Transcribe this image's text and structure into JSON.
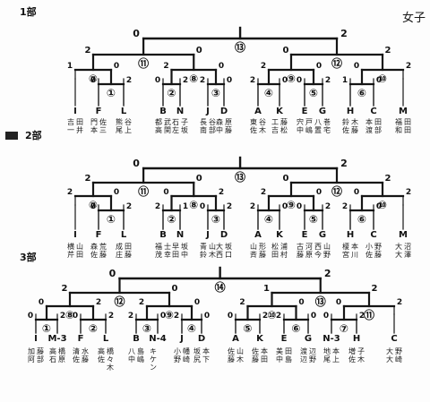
{
  "header": {
    "corner_label": "女子"
  },
  "divisions": [
    {
      "label": "1部",
      "final_match": "⑬",
      "final_scores": [
        "0",
        "2"
      ],
      "semi_matches": [
        "⑪",
        "⑫"
      ],
      "semi_scores": [
        "2",
        "0",
        "0",
        "2"
      ],
      "qf_matches": [
        "⑦",
        "⑧",
        "⑨",
        "⑩"
      ],
      "qf_scores": [
        "1",
        "0",
        "2",
        "0",
        "2",
        "0",
        "0",
        "2"
      ],
      "r1_matches": [
        "①",
        "②",
        "③",
        "④",
        "⑤",
        "⑥"
      ],
      "r1_scores": [
        "0",
        "2",
        "0",
        "2",
        "2",
        "0",
        "2",
        "0",
        "0",
        "2",
        "1",
        "0"
      ],
      "teams": [
        {
          "letter": "I",
          "names": [
            "吉一",
            "田井"
          ]
        },
        {
          "letter": "F",
          "names": [
            "門本",
            "佐三"
          ]
        },
        {
          "letter": "L",
          "names": [
            "熊尾",
            "谷上"
          ]
        },
        {
          "letter": "B",
          "names": [
            "都高",
            "武関"
          ]
        },
        {
          "letter": "N",
          "names": [
            "石左",
            "子坂"
          ]
        },
        {
          "letter": "J",
          "names": [
            "長南",
            "谷部"
          ]
        },
        {
          "letter": "D",
          "names": [
            "森中",
            "原藤"
          ]
        },
        {
          "letter": "A",
          "names": [
            "東佐",
            "谷木"
          ]
        },
        {
          "letter": "K",
          "names": [
            "工吉",
            "藤松"
          ]
        },
        {
          "letter": "E",
          "names": [
            "宍中",
            "戸嶋"
          ]
        },
        {
          "letter": "G",
          "names": [
            "八置",
            "巻宅"
          ]
        },
        {
          "letter": "H",
          "names": [
            "鈴佐",
            "木藤"
          ]
        },
        {
          "letter": "C",
          "names": [
            "本渡",
            "田部"
          ]
        },
        {
          "letter": "M",
          "names": [
            "福和",
            "田田"
          ]
        }
      ]
    },
    {
      "label": "2部",
      "final_match": "⑬",
      "final_scores": [
        "0",
        "2"
      ],
      "semi_matches": [
        "⑪",
        "⑫"
      ],
      "semi_scores": [
        "2",
        "0",
        "0",
        "2"
      ],
      "qf_matches": [
        "⑦",
        "⑧",
        "⑨",
        "⑩"
      ],
      "qf_scores": [
        "2",
        "0",
        "0",
        "2",
        "2",
        "0",
        "0",
        "2"
      ],
      "r1_matches": [
        "①",
        "②",
        "③",
        "④",
        "⑤",
        "⑥"
      ],
      "r1_scores": [
        "0",
        "2",
        "2",
        "1",
        "0",
        "2",
        "2",
        "0",
        "0",
        "2",
        "2",
        "0"
      ],
      "teams": [
        {
          "letter": "I",
          "names": [
            "横芹",
            "山田"
          ]
        },
        {
          "letter": "F",
          "names": [
            "森佐",
            "荒藤"
          ]
        },
        {
          "letter": "L",
          "names": [
            "成庄",
            "田藤"
          ]
        },
        {
          "letter": "B",
          "names": [
            "福茂",
            "士幸"
          ]
        },
        {
          "letter": "N",
          "names": [
            "早田",
            "坂中"
          ]
        },
        {
          "letter": "J",
          "names": [
            "青鈴",
            "山木"
          ]
        },
        {
          "letter": "D",
          "names": [
            "大西",
            "坂口"
          ]
        },
        {
          "letter": "A",
          "names": [
            "山斉",
            "形藤"
          ]
        },
        {
          "letter": "K",
          "names": [
            "松田",
            "浦村"
          ]
        },
        {
          "letter": "E",
          "names": [
            "古藤",
            "河原"
          ]
        },
        {
          "letter": "G",
          "names": [
            "西今",
            "山野"
          ]
        },
        {
          "letter": "H",
          "names": [
            "榎宮",
            "本川"
          ]
        },
        {
          "letter": "C",
          "names": [
            "小佐",
            "野藤"
          ]
        },
        {
          "letter": "M",
          "names": [
            "大大",
            "沼澤"
          ]
        }
      ]
    },
    {
      "label": "3部",
      "final_match": "⑭",
      "final_scores": [
        "0",
        "2"
      ],
      "semi_matches": [
        "⑫",
        "⑬"
      ],
      "semi_scores": [
        "2",
        "0",
        "1",
        "2"
      ],
      "qf_matches": [
        "⑧",
        "⑨",
        "⑩",
        "⑪"
      ],
      "qf_scores": [
        "0",
        "2",
        "2",
        "0",
        "2",
        "0",
        "0",
        "2"
      ],
      "r1_matches": [
        "①",
        "②",
        "③",
        "④",
        "⑤",
        "⑥",
        "⑦"
      ],
      "r1_scores": [
        "0",
        "2",
        "0",
        "2",
        "2",
        "0",
        "2",
        "0",
        "0",
        "2",
        "2",
        "0",
        "0",
        "2"
      ],
      "teams": [
        {
          "letter": "I",
          "names": [
            "加阿",
            "藤部"
          ]
        },
        {
          "letter": "M-3",
          "names": [
            "高石",
            "橋原"
          ]
        },
        {
          "letter": "F",
          "names": [
            "清佐",
            "水藤"
          ]
        },
        {
          "letter": "L",
          "names": [
            "高佐",
            "橋々木"
          ]
        },
        {
          "letter": "B",
          "names": [
            "八中",
            "島嶋"
          ]
        },
        {
          "letter": "N-4",
          "names": [
            "キケン",
            ""
          ]
        },
        {
          "letter": "J",
          "names": [
            "小野",
            "幡崎"
          ]
        },
        {
          "letter": "D",
          "names": [
            "坂尻",
            "本下"
          ]
        },
        {
          "letter": "A",
          "names": [
            "佐藤",
            "山木"
          ]
        },
        {
          "letter": "K",
          "names": [
            "佐藤",
            "本田"
          ]
        },
        {
          "letter": "E",
          "names": [
            "美中",
            "田島"
          ]
        },
        {
          "letter": "G",
          "names": [
            "渡辺",
            "辺野"
          ]
        },
        {
          "letter": "N-3",
          "names": [
            "地尾",
            "本上"
          ]
        },
        {
          "letter": "H",
          "names": [
            "増佐",
            "子木"
          ]
        },
        {
          "letter": "C",
          "names": [
            "大大",
            "野崎"
          ]
        }
      ]
    }
  ]
}
